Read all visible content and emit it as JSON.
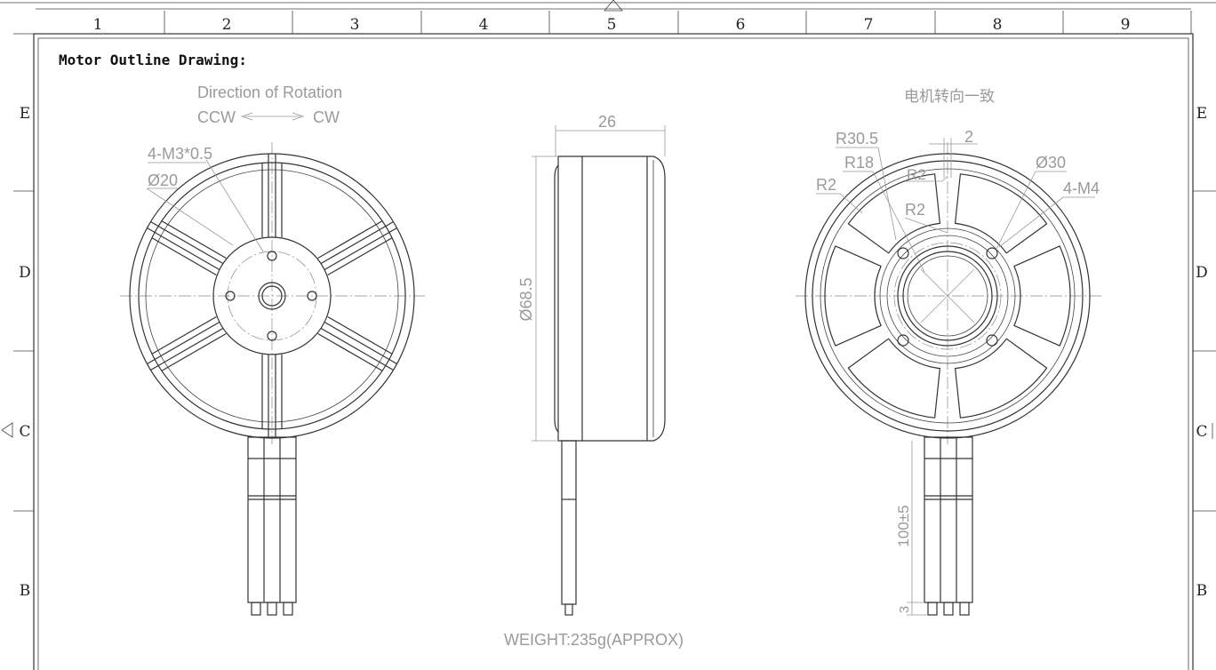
{
  "frame": {
    "columns": [
      "1",
      "2",
      "3",
      "4",
      "5",
      "6",
      "7",
      "8",
      "9"
    ],
    "rows_left": [
      "E",
      "D",
      "C",
      "B"
    ],
    "rows_right": [
      "E",
      "D",
      "C",
      "B"
    ]
  },
  "title": "Motor Outline Drawing:",
  "front_view": {
    "rotation_title": "Direction of Rotation",
    "ccw_label": "CCW",
    "cw_label": "CW",
    "thread_label": "4-M3*0.5",
    "circle_label": "Ø20"
  },
  "side_view": {
    "width_dim": "26",
    "diameter_dim": "Ø68.5"
  },
  "rear_view": {
    "rotation_note": "电机转向一致",
    "r_outer": "R30.5",
    "r_inner": "R18",
    "r2_left": "R2",
    "r2_top": "R2",
    "r2_mid": "R2",
    "dim_2": "2",
    "hole_circle": "Ø30",
    "hole_thread": "4-M4",
    "lead_length": "100±5",
    "tip_length": "3"
  },
  "weight_label": "WEIGHT:235g(APPROX)"
}
